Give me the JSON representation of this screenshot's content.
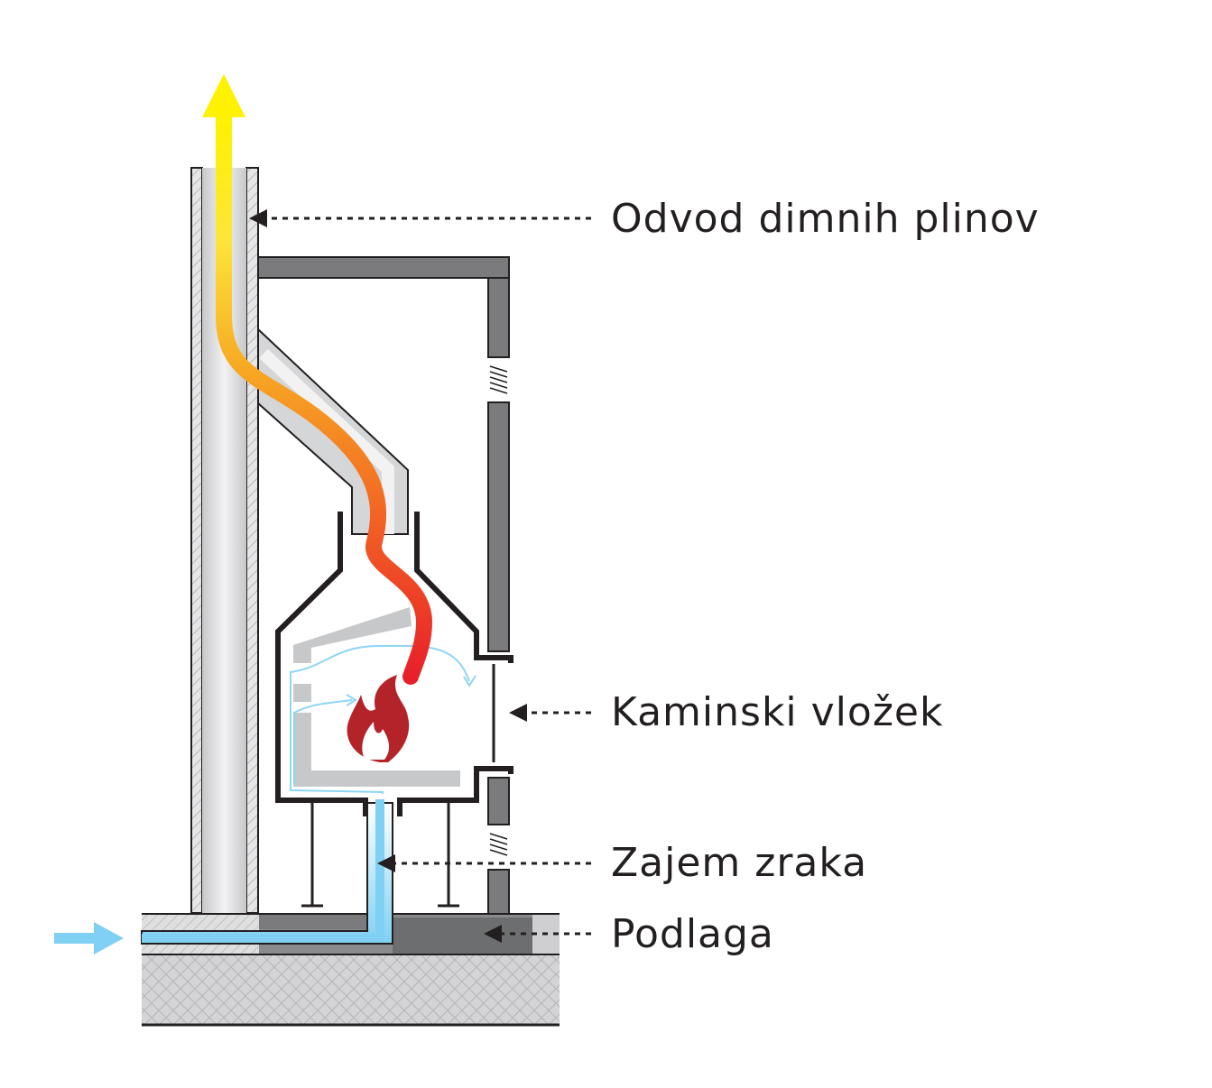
{
  "labels": {
    "flue": "Odvod dimnih plinov",
    "insert": "Kaminski vložek",
    "air_intake": "Zajem zraka",
    "base": "Podlaga"
  },
  "colors": {
    "wall": "#7b7b7d",
    "pipe": "#d5d6d8",
    "outline": "#231f20",
    "flue_top": "#fff200",
    "flue_mid": "#f7a823",
    "flue_bottom": "#ed1c24",
    "fresh_air": "#7fd0f3",
    "flame": "#b5232a",
    "base_dark": "#5e5f61",
    "base_light": "#cfcfd1"
  },
  "icons": {
    "fire": "flame-icon",
    "flue_arrow": "arrow-up-icon",
    "air_arrow": "arrow-right-icon"
  }
}
